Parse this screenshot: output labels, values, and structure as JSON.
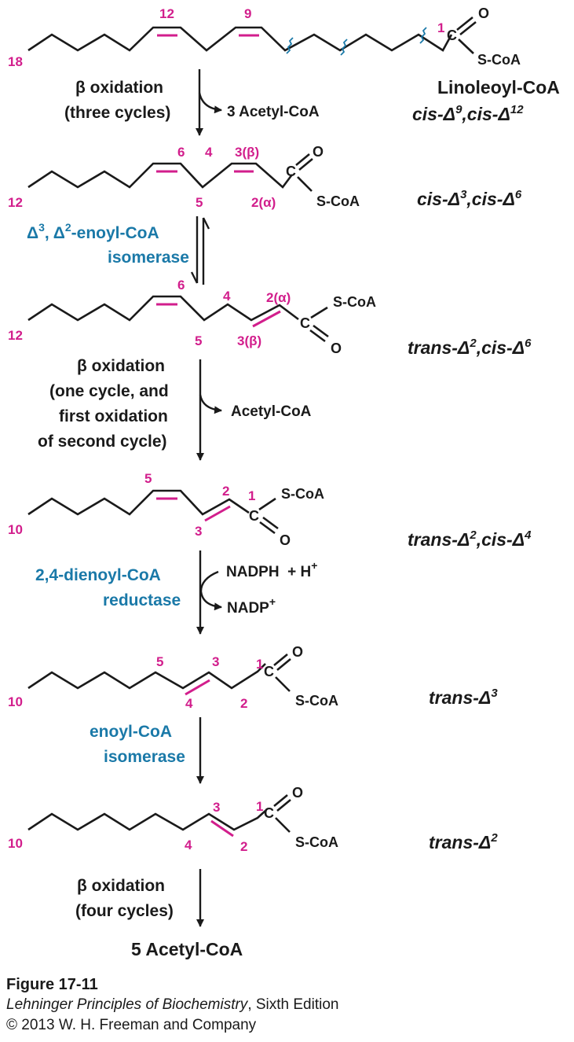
{
  "molecules": [
    {
      "start_label": "18",
      "position_labels": [
        "12",
        "9",
        "1"
      ],
      "oxygen": "O",
      "coa": "S-CoA",
      "name": "Linoleoyl-CoA",
      "designation": [
        "cis-Δ",
        "9",
        ",cis-Δ",
        "12"
      ]
    },
    {
      "start_label": "12",
      "position_labels": [
        "6",
        "4",
        "3(β)",
        "5",
        "2(α)"
      ],
      "oxygen": "O",
      "coa": "S-CoA",
      "designation": [
        "cis-Δ",
        "3",
        ",cis-Δ",
        "6"
      ]
    },
    {
      "start_label": "12",
      "position_labels": [
        "6",
        "4",
        "2(α)",
        "5",
        "3(β)"
      ],
      "oxygen": "O",
      "coa": "S-CoA",
      "designation": [
        "trans-Δ",
        "2",
        ",cis-Δ",
        "6"
      ]
    },
    {
      "start_label": "10",
      "position_labels": [
        "5",
        "2",
        "1",
        "3"
      ],
      "oxygen": "O",
      "coa": "S-CoA",
      "designation": [
        "trans-Δ",
        "2",
        ",cis-Δ",
        "4"
      ]
    },
    {
      "start_label": "10",
      "position_labels": [
        "5",
        "3",
        "1",
        "4",
        "2"
      ],
      "oxygen": "O",
      "coa": "S-CoA",
      "designation": [
        "trans-Δ",
        "3"
      ]
    },
    {
      "start_label": "10",
      "position_labels": [
        "3",
        "1",
        "4",
        "2"
      ],
      "oxygen": "O",
      "coa": "S-CoA",
      "designation": [
        "trans-Δ",
        "2"
      ]
    }
  ],
  "steps": [
    {
      "lines": [
        "β oxidation",
        "(three cycles)"
      ],
      "product": "3 Acetyl-CoA"
    },
    {
      "enzyme_lines": [
        "Δ",
        "3",
        ", Δ",
        "2",
        "-enoyl-CoA",
        "isomerase"
      ]
    },
    {
      "lines": [
        "β oxidation",
        "(one cycle, and",
        "first oxidation",
        "of second cycle)"
      ],
      "product": "Acetyl-CoA"
    },
    {
      "enzyme_lines": [
        "2,4-dienoyl-CoA",
        "reductase"
      ],
      "input": "NADPH  + H",
      "input_sup": "+",
      "output": "NADP",
      "output_sup": "+"
    },
    {
      "enzyme_lines": [
        "enoyl-CoA",
        "isomerase"
      ]
    },
    {
      "lines": [
        "β oxidation",
        "(four cycles)"
      ]
    }
  ],
  "final_product": "5 Acetyl-CoA",
  "caption": {
    "figure": "Figure 17-11",
    "book_title": "Lehninger Principles of Biochemistry",
    "edition": ", Sixth Edition",
    "copyright": "© 2013 W. H. Freeman and Company"
  },
  "colors": {
    "position_numbers": "#d21e8c",
    "enzyme_names": "#1a79a8",
    "bonds": "#1a1a1a"
  }
}
